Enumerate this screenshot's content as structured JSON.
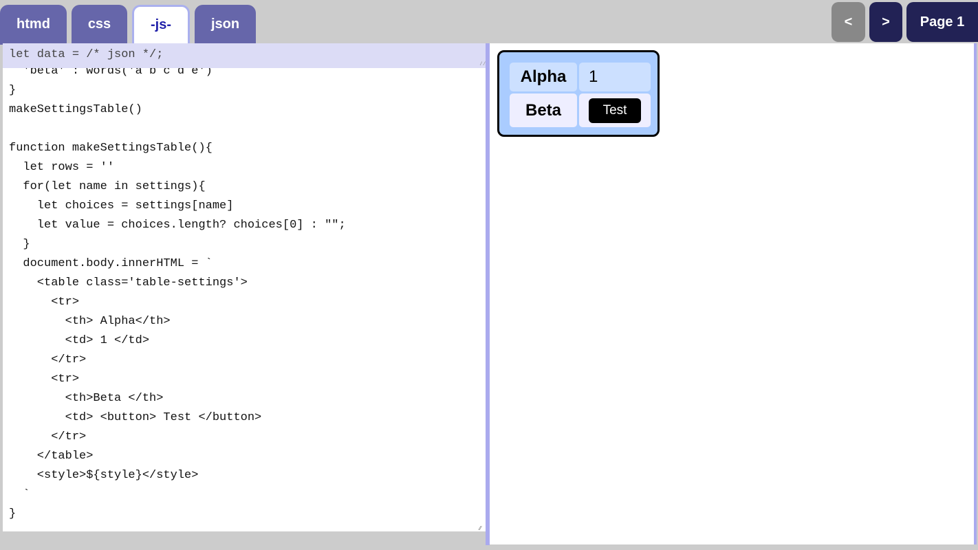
{
  "tabs": [
    {
      "label": "htmd",
      "active": false
    },
    {
      "label": "css",
      "active": false
    },
    {
      "label": "-js-",
      "active": true
    },
    {
      "label": "json",
      "active": false
    }
  ],
  "nav": {
    "prev": "<",
    "next": ">",
    "page": "Page 1"
  },
  "editor": {
    "header": "let data = /* json */;",
    "code": "  'beta' : words('a b c d e')\n}\nmakeSettingsTable()\n\nfunction makeSettingsTable(){\n  let rows = ''\n  for(let name in settings){\n    let choices = settings[name]\n    let value = choices.length? choices[0] : \"\";\n  }\n  document.body.innerHTML = `\n    <table class='table-settings'>\n      <tr>\n        <th> Alpha</th>\n        <td> 1 </td>\n      </tr>\n      <tr>\n        <th>Beta </th>\n        <td> <button> Test </button>\n      </tr>\n    </table>\n    <style>${style}</style>\n  `\n}"
  },
  "preview": {
    "rows": [
      {
        "header": "Alpha",
        "value": "1"
      },
      {
        "header": "Beta",
        "button": "Test"
      }
    ]
  },
  "colors": {
    "tab": "#6666aa",
    "nav": "#222255",
    "card": "#aaccff",
    "divider": "#aaaaee"
  }
}
